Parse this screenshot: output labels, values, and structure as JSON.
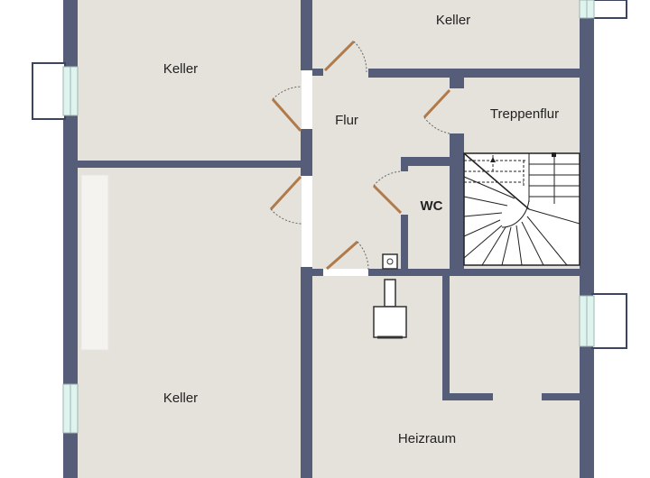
{
  "rooms": [
    {
      "id": "keller-top-left",
      "label": "Keller"
    },
    {
      "id": "keller-top-right",
      "label": "Keller"
    },
    {
      "id": "flur",
      "label": "Flur"
    },
    {
      "id": "treppenflur",
      "label": "Treppenflur"
    },
    {
      "id": "wc",
      "label": "WC"
    },
    {
      "id": "keller-bottom-left",
      "label": "Keller"
    },
    {
      "id": "heizraum",
      "label": "Heizraum"
    }
  ],
  "colors": {
    "wall": "#565d78",
    "floor": "#e5e2db",
    "door_leaf": "#b07a4a",
    "window_glass": "#dff3ef",
    "stair_line": "#222222"
  }
}
